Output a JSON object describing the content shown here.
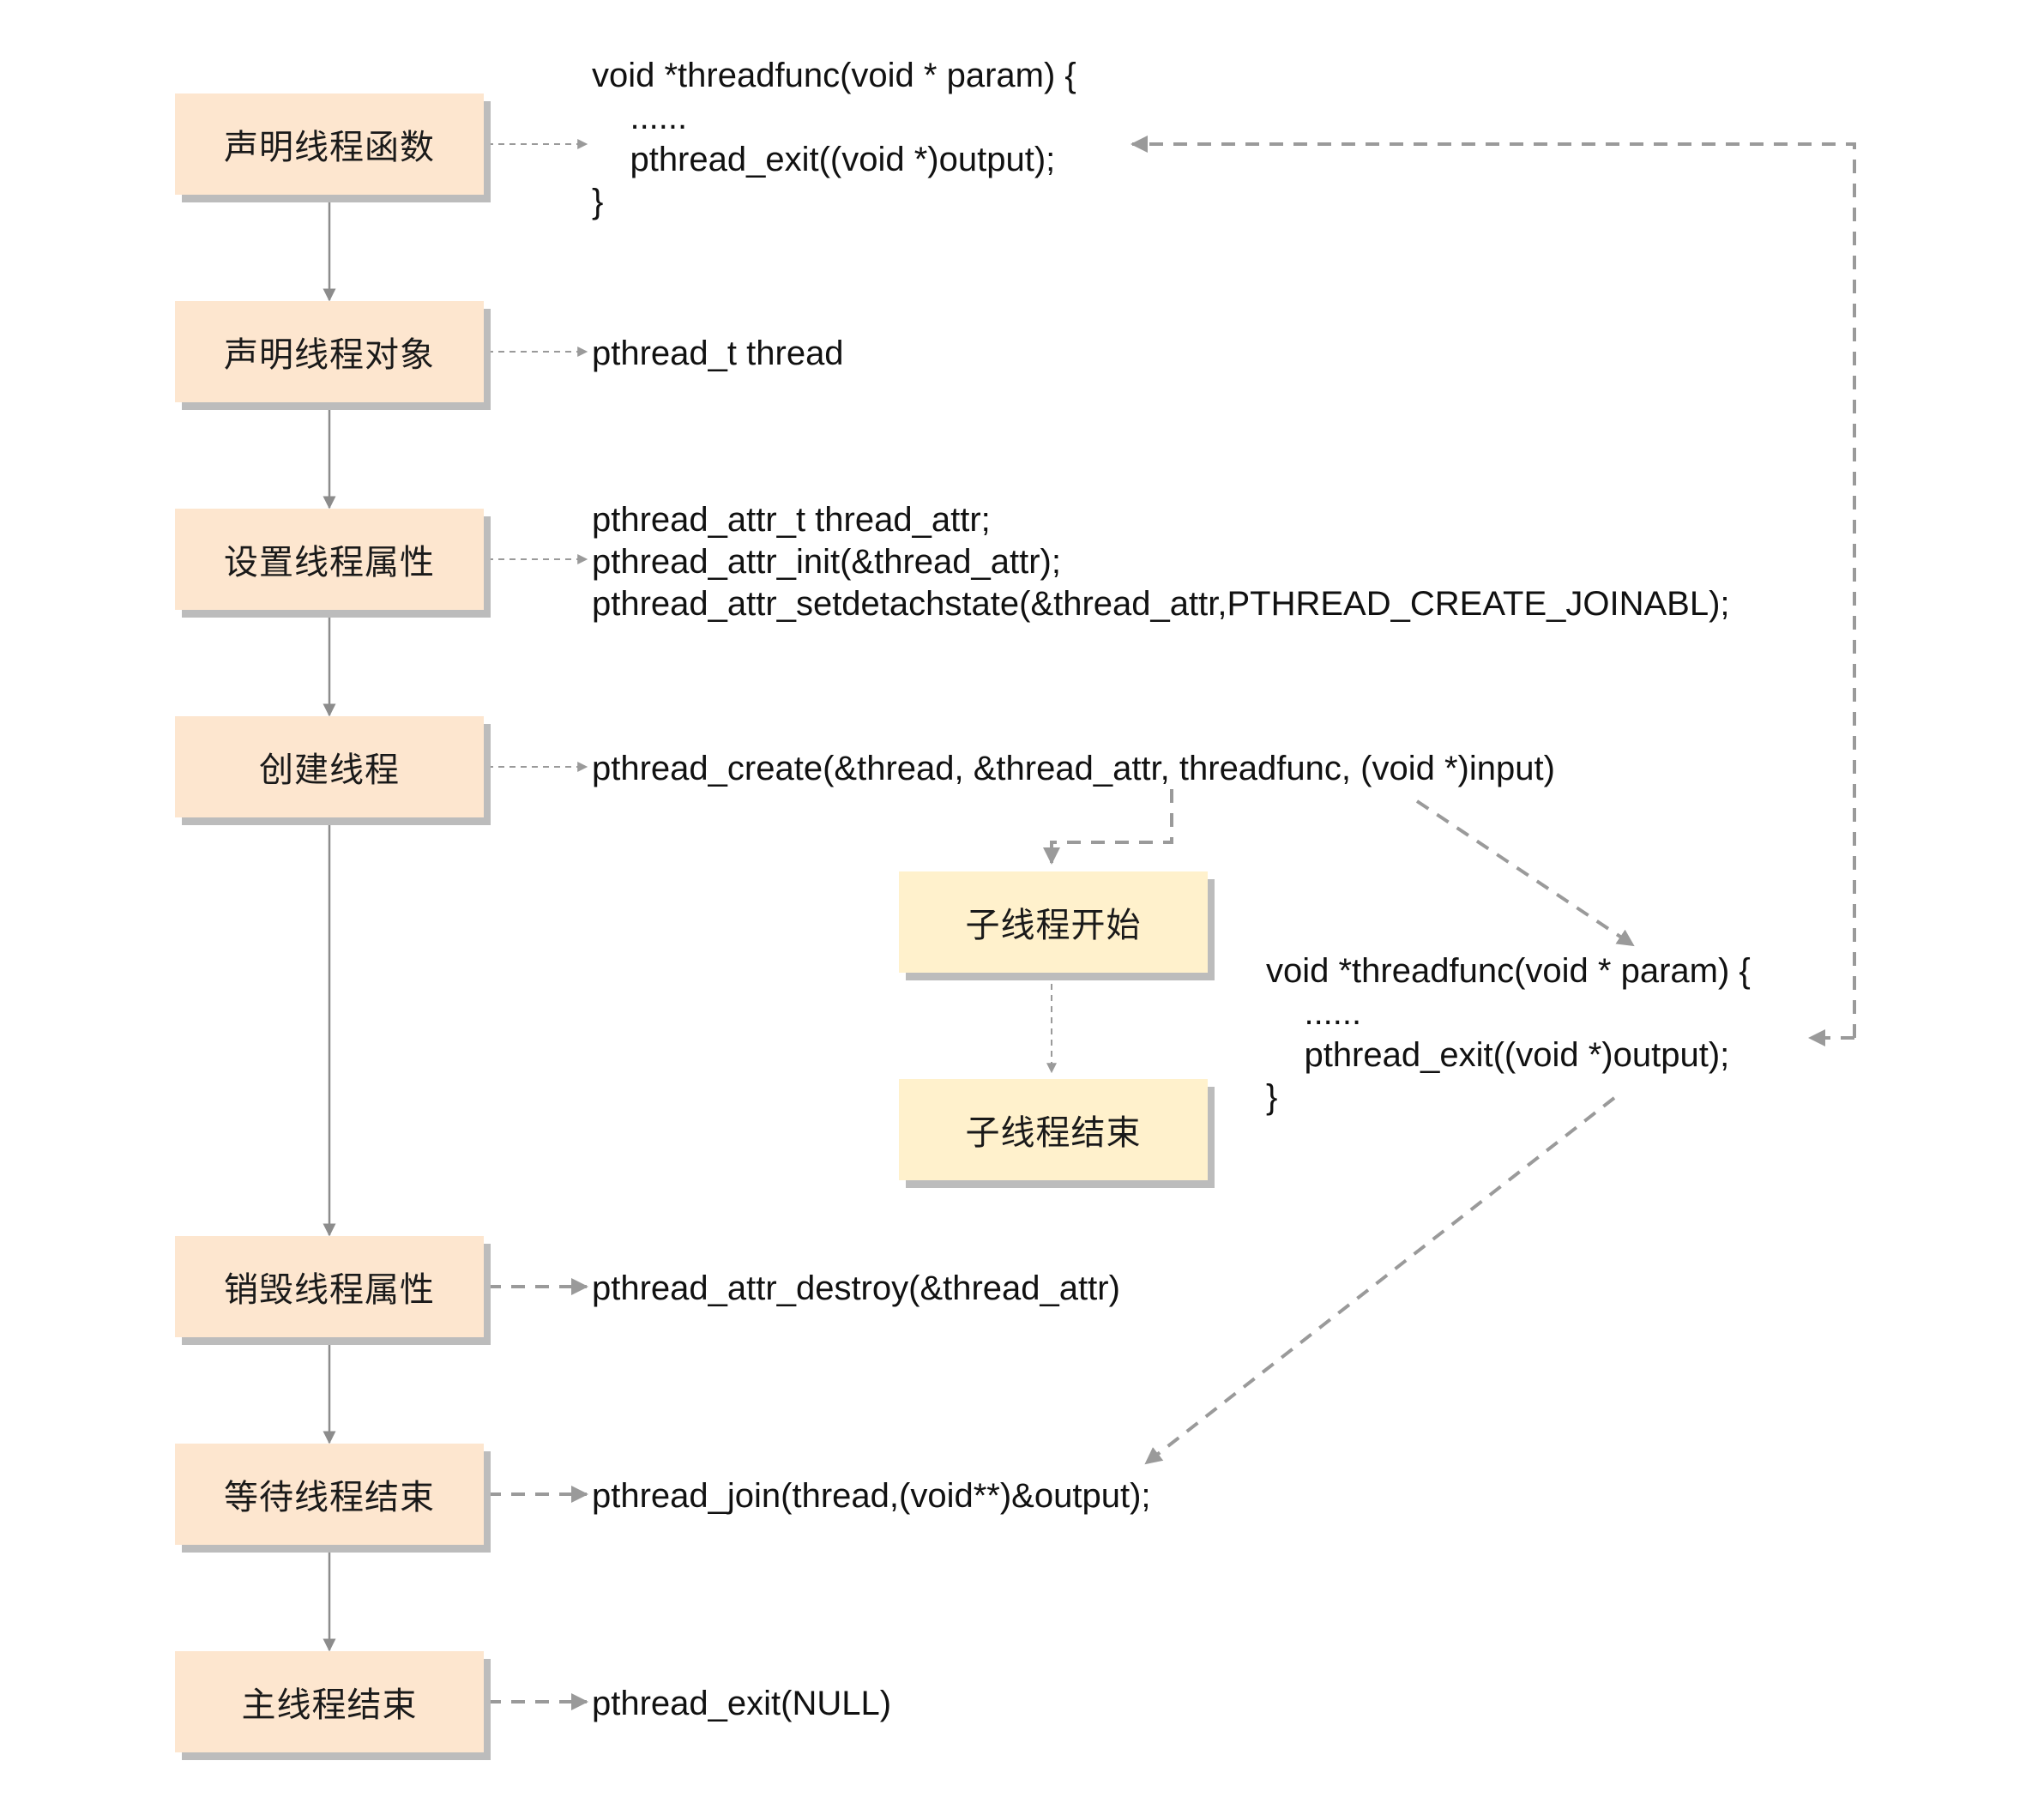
{
  "main_steps": [
    "声明线程函数",
    "声明线程对象",
    "设置线程属性",
    "创建线程",
    "销毁线程属性",
    "等待线程结束",
    "主线程结束"
  ],
  "child_steps": [
    "子线程开始",
    "子线程结束"
  ],
  "code": {
    "declare_func": "void *threadfunc(void * param) {\n    ......\n    pthread_exit((void *)output);\n}",
    "declare_obj": "pthread_t thread",
    "set_attr": "pthread_attr_t thread_attr;\npthread_attr_init(&thread_attr);\npthread_attr_setdetachstate(&thread_attr,PTHREAD_CREATE_JOINABL);",
    "create": "pthread_create(&thread, &thread_attr, threadfunc, (void *)input)",
    "child_func": "void *threadfunc(void * param) {\n    ......\n    pthread_exit((void *)output);\n}",
    "destroy_attr": "pthread_attr_destroy(&thread_attr)",
    "join": "pthread_join(thread,(void**)&output);",
    "main_exit": "pthread_exit(NULL)"
  },
  "colors": {
    "main_box": "#fde6cf",
    "child_box": "#fff1cc",
    "box_shadow": "#bcbcbc",
    "arrow": "#8c8c8c",
    "dashed_arrow": "#9a9a9a"
  }
}
